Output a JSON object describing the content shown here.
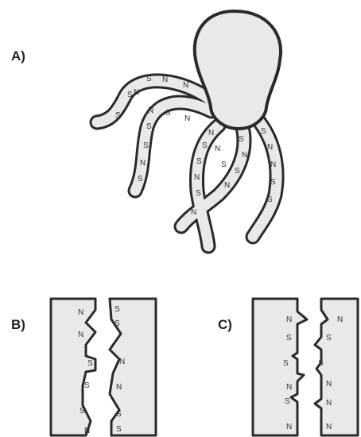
{
  "panels": {
    "a": {
      "label": "A)",
      "poles": [
        "N",
        "N",
        "S",
        "S",
        "N",
        "S",
        "N",
        "S",
        "N",
        "S",
        "S",
        "N",
        "S",
        "N",
        "S",
        "S",
        "N",
        "S",
        "N",
        "S",
        "S",
        "N",
        "S",
        "N",
        "S",
        "N",
        "N",
        "S",
        "S",
        "N"
      ]
    },
    "b": {
      "label": "B)",
      "left_poles": [
        "N",
        "N",
        "S",
        "S",
        "S",
        "N"
      ],
      "right_poles": [
        "S",
        "S",
        "N",
        "N",
        "S",
        "S"
      ]
    },
    "c": {
      "label": "C)",
      "left_poles": [
        "N",
        "S",
        "S",
        "N",
        "S",
        "N"
      ],
      "right_poles": [
        "N",
        "S",
        "S",
        "N",
        "N",
        "N"
      ]
    }
  },
  "colors": {
    "fill": "#e9e9e9",
    "outline": "#2a2a2a",
    "text": "#333333"
  }
}
